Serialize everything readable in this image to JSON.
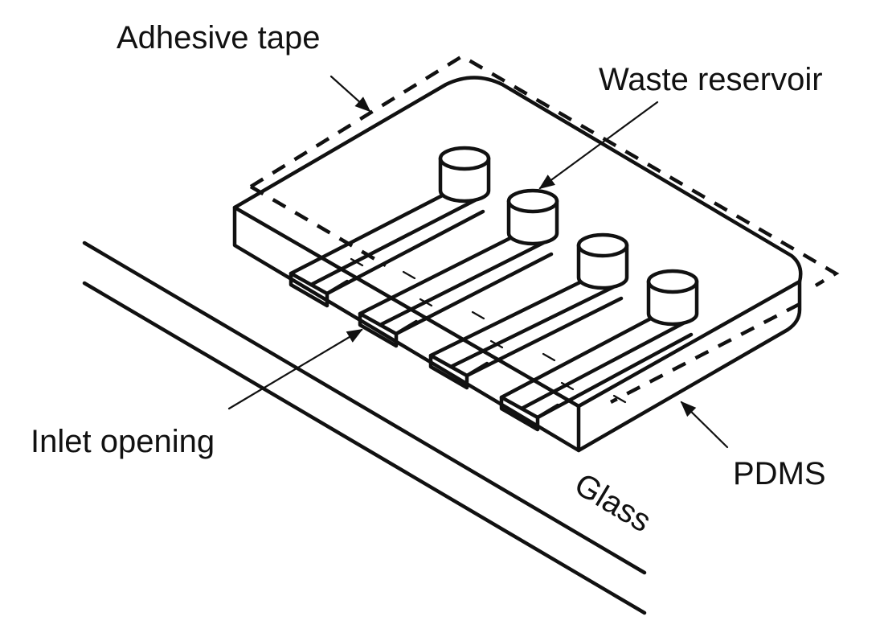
{
  "figure": {
    "type": "isometric schematic",
    "subject": "PDMS microfluidic chip bonded to glass with adhesive tape",
    "channel_count": 4,
    "colors": {
      "line": "#111111",
      "background": "#ffffff"
    }
  },
  "labels": {
    "adhesive_tape": "Adhesive tape",
    "waste_reservoir": "Waste reservoir",
    "inlet_opening": "Inlet opening",
    "pdms": "PDMS",
    "glass": "Glass"
  }
}
